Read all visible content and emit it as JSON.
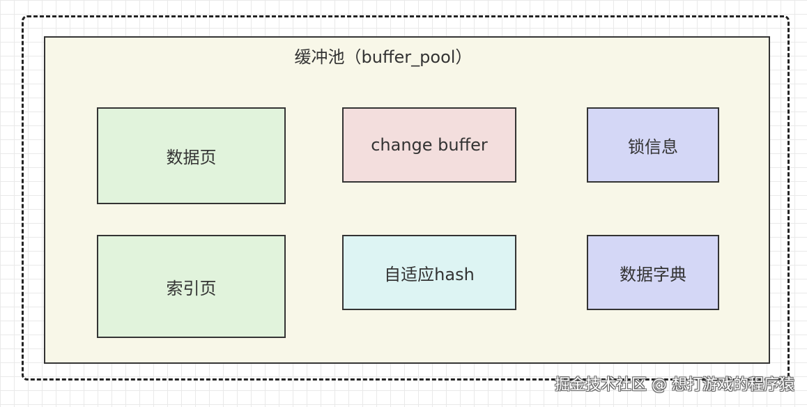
{
  "diagram": {
    "title": "缓冲池（buffer_pool）",
    "pool_fill": "#f8f7e8",
    "boxes": [
      {
        "label": "数据页",
        "color": "#e1f3dc"
      },
      {
        "label": "change buffer",
        "color": "#f3dedd"
      },
      {
        "label": "锁信息",
        "color": "#d4d7f6"
      },
      {
        "label": "索引页",
        "color": "#e1f3dc"
      },
      {
        "label": "自适应hash",
        "color": "#ddf4f3"
      },
      {
        "label": "数据字典",
        "color": "#d4d7f6"
      }
    ]
  },
  "watermark": "掘金技术社区 @ 想打游戏的程序猿"
}
